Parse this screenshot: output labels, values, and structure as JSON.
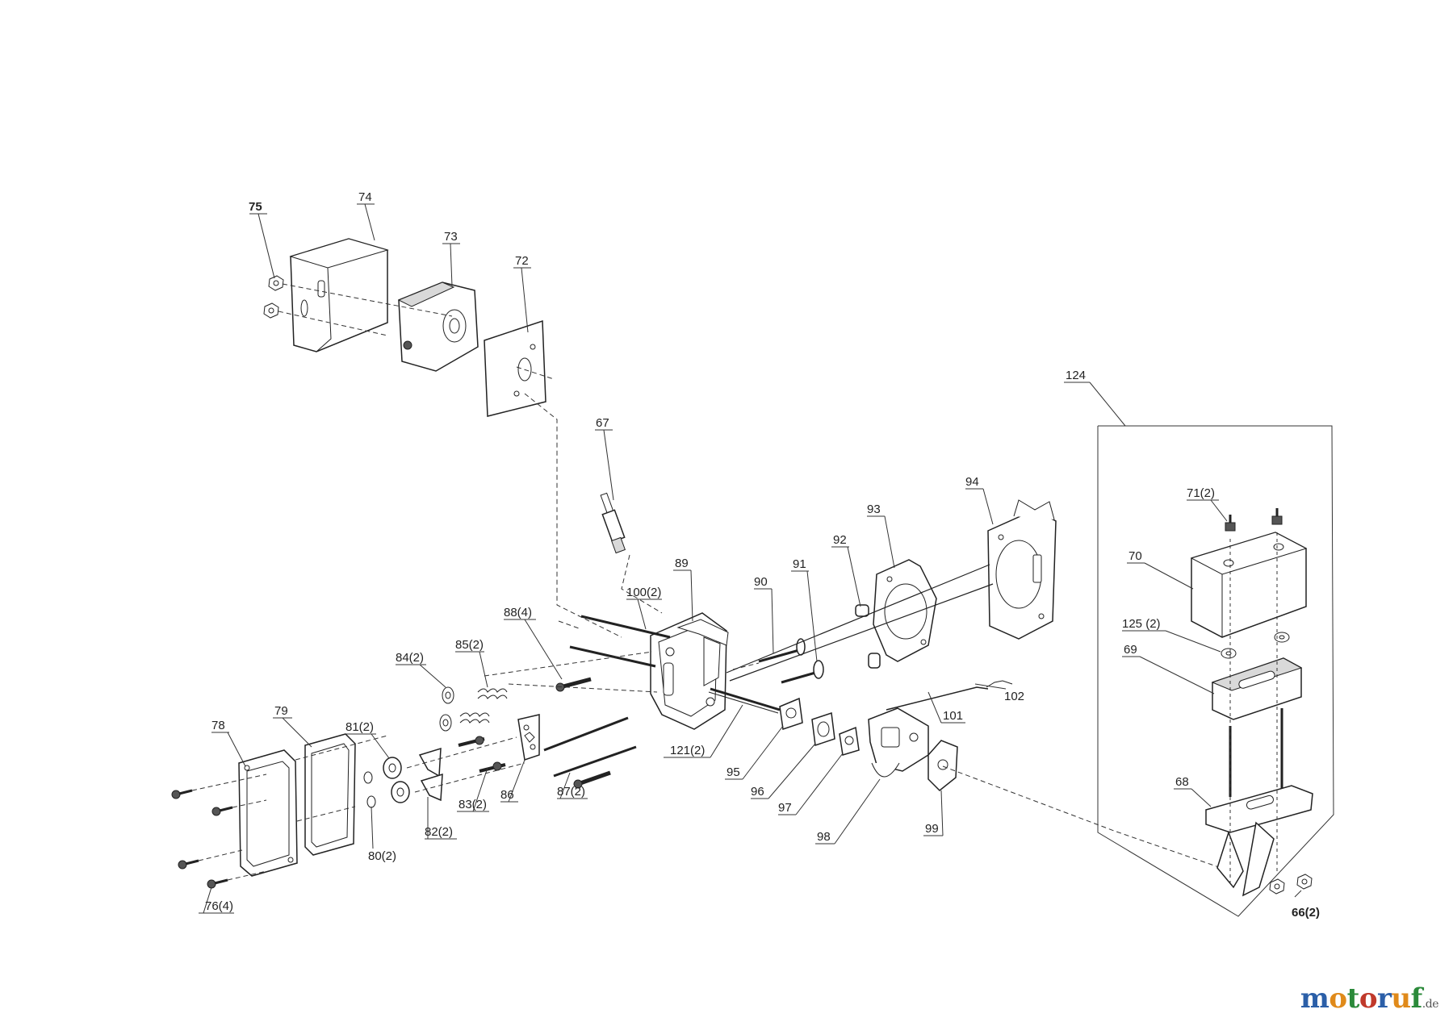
{
  "diagram": {
    "labels": {
      "l66": "66(2)",
      "l67": "67",
      "l68": "68",
      "l69": "69",
      "l70": "70",
      "l71": "71(2)",
      "l72": "72",
      "l73": "73",
      "l74": "74",
      "l75": "75",
      "l76": "76(4)",
      "l78": "78",
      "l79": "79",
      "l80": "80(2)",
      "l81": "81(2)",
      "l82": "82(2)",
      "l83": "83(2)",
      "l84": "84(2)",
      "l85": "85(2)",
      "l86": "86",
      "l87": "87(2)",
      "l88": "88(4)",
      "l89": "89",
      "l90": "90",
      "l91": "91",
      "l92": "92",
      "l93": "93",
      "l94": "94",
      "l95": "95",
      "l96": "96",
      "l97": "97",
      "l98": "98",
      "l99": "99",
      "l100": "100(2)",
      "l101": "101",
      "l102": "102",
      "l121": "121(2)",
      "l124": "124",
      "l125": "125 (2)"
    }
  },
  "brand": {
    "letters": [
      "m",
      "o",
      "t",
      "o",
      "r",
      "u",
      "f"
    ],
    "suffix": ".de",
    "colors": [
      "#2b5fa8",
      "#e08a1a",
      "#2b8a3a",
      "#c0392b",
      "#2b5fa8",
      "#e08a1a",
      "#2b8a3a"
    ]
  }
}
